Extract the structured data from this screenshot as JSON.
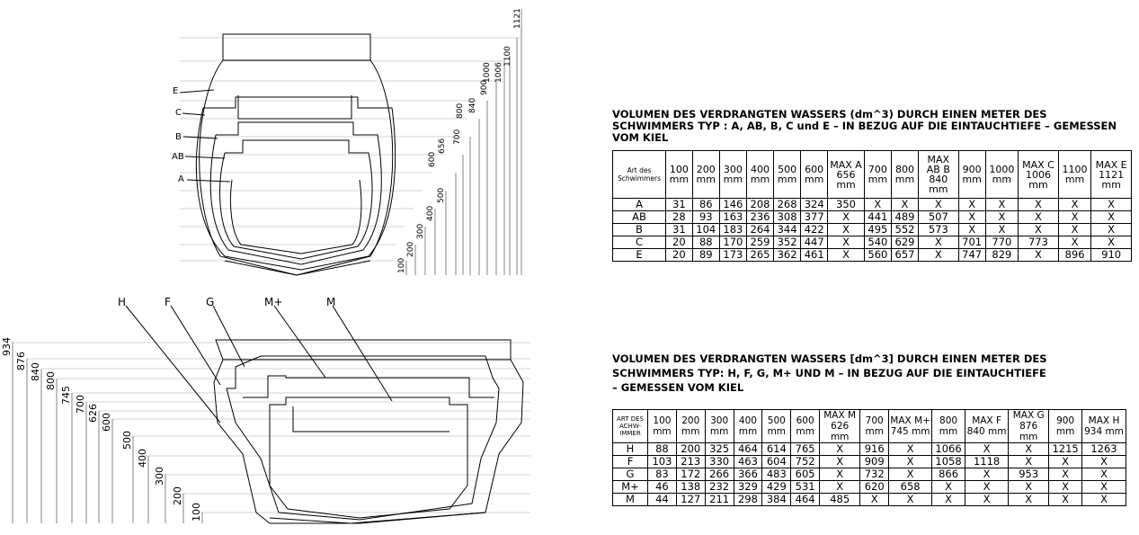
{
  "top_drawing": {
    "labels": [
      "E",
      "C",
      "B",
      "AB",
      "A"
    ],
    "dims": [
      "100",
      "200",
      "300",
      "400",
      "500",
      "600",
      "656",
      "700",
      "800",
      "840",
      "900",
      "1000",
      "1006",
      "1100",
      "1121"
    ]
  },
  "bottom_drawing": {
    "labels": [
      "H",
      "F",
      "G",
      "M+",
      "M"
    ],
    "dims": [
      "100",
      "200",
      "300",
      "400",
      "500",
      "600",
      "626",
      "700",
      "745",
      "800",
      "840",
      "876",
      "934"
    ]
  },
  "table1": {
    "title_lines": [
      "VOLUMEN DES VERDRANGTEN WASSERS (dm^3)  DURCH EINEN METER DES",
      "SCHWIMMERS TYP : A, AB, B, C und E  – IN BEZUG AUF DIE EINTAUCHTIEFE – GEMESSEN",
      "VOM KIEL"
    ],
    "corner": "Art des Schwimmers",
    "headers": [
      "100 mm",
      "200 mm",
      "300 mm",
      "400 mm",
      "500 mm",
      "600 mm",
      "MAX A 656 mm",
      "700 mm",
      "800 mm",
      "MAX AB B 840 mm",
      "900 mm",
      "1000 mm",
      "MAX C 1006 mm",
      "1100 mm",
      "MAX E 1121 mm"
    ],
    "rows": [
      [
        "A",
        "31",
        "86",
        "146",
        "208",
        "268",
        "324",
        "350",
        "X",
        "X",
        "X",
        "X",
        "X",
        "X",
        "X",
        "X"
      ],
      [
        "AB",
        "28",
        "93",
        "163",
        "236",
        "308",
        "377",
        "X",
        "441",
        "489",
        "507",
        "X",
        "X",
        "X",
        "X",
        "X"
      ],
      [
        "B",
        "31",
        "104",
        "183",
        "264",
        "344",
        "422",
        "X",
        "495",
        "552",
        "573",
        "X",
        "X",
        "X",
        "X",
        "X"
      ],
      [
        "C",
        "20",
        "88",
        "170",
        "259",
        "352",
        "447",
        "X",
        "540",
        "629",
        "X",
        "701",
        "770",
        "773",
        "X",
        "X"
      ],
      [
        "E",
        "20",
        "89",
        "173",
        "265",
        "362",
        "461",
        "X",
        "560",
        "657",
        "X",
        "747",
        "829",
        "X",
        "896",
        "910"
      ]
    ]
  },
  "table2": {
    "title_lines": [
      "VOLUMEN DES VERDRANGTEN WASSERS [dm^3] DURCH EINEN METER DES",
      "SCHWIMMERS TYP: H, F, G, M+ UND M – IN BEZUG AUF DIE EINTAUCHTIEFE",
      "– GEMESSEN VOM KIEL"
    ],
    "corner": "ART DES ACHW- IMMER",
    "headers": [
      "100 mm",
      "200 mm",
      "300 mm",
      "400 mm",
      "500 mm",
      "600 mm",
      "MAX M 626 mm",
      "700 mm",
      "MAX M+ 745 mm",
      "800 mm",
      "MAX F 840 mm",
      "MAX G 876 mm",
      "900 mm",
      "MAX H 934 mm"
    ],
    "rows": [
      [
        "H",
        "88",
        "200",
        "325",
        "464",
        "614",
        "765",
        "X",
        "916",
        "X",
        "1066",
        "X",
        "X",
        "1215",
        "1263"
      ],
      [
        "F",
        "103",
        "213",
        "330",
        "463",
        "604",
        "752",
        "X",
        "909",
        "X",
        "1058",
        "1118",
        "X",
        "X",
        "X"
      ],
      [
        "G",
        "83",
        "172",
        "266",
        "366",
        "483",
        "605",
        "X",
        "732",
        "X",
        "866",
        "X",
        "953",
        "X",
        "X"
      ],
      [
        "M+",
        "46",
        "138",
        "232",
        "329",
        "429",
        "531",
        "X",
        "620",
        "658",
        "X",
        "X",
        "X",
        "X",
        "X"
      ],
      [
        "M",
        "44",
        "127",
        "211",
        "298",
        "384",
        "464",
        "485",
        "X",
        "X",
        "X",
        "X",
        "X",
        "X",
        "X"
      ]
    ]
  }
}
